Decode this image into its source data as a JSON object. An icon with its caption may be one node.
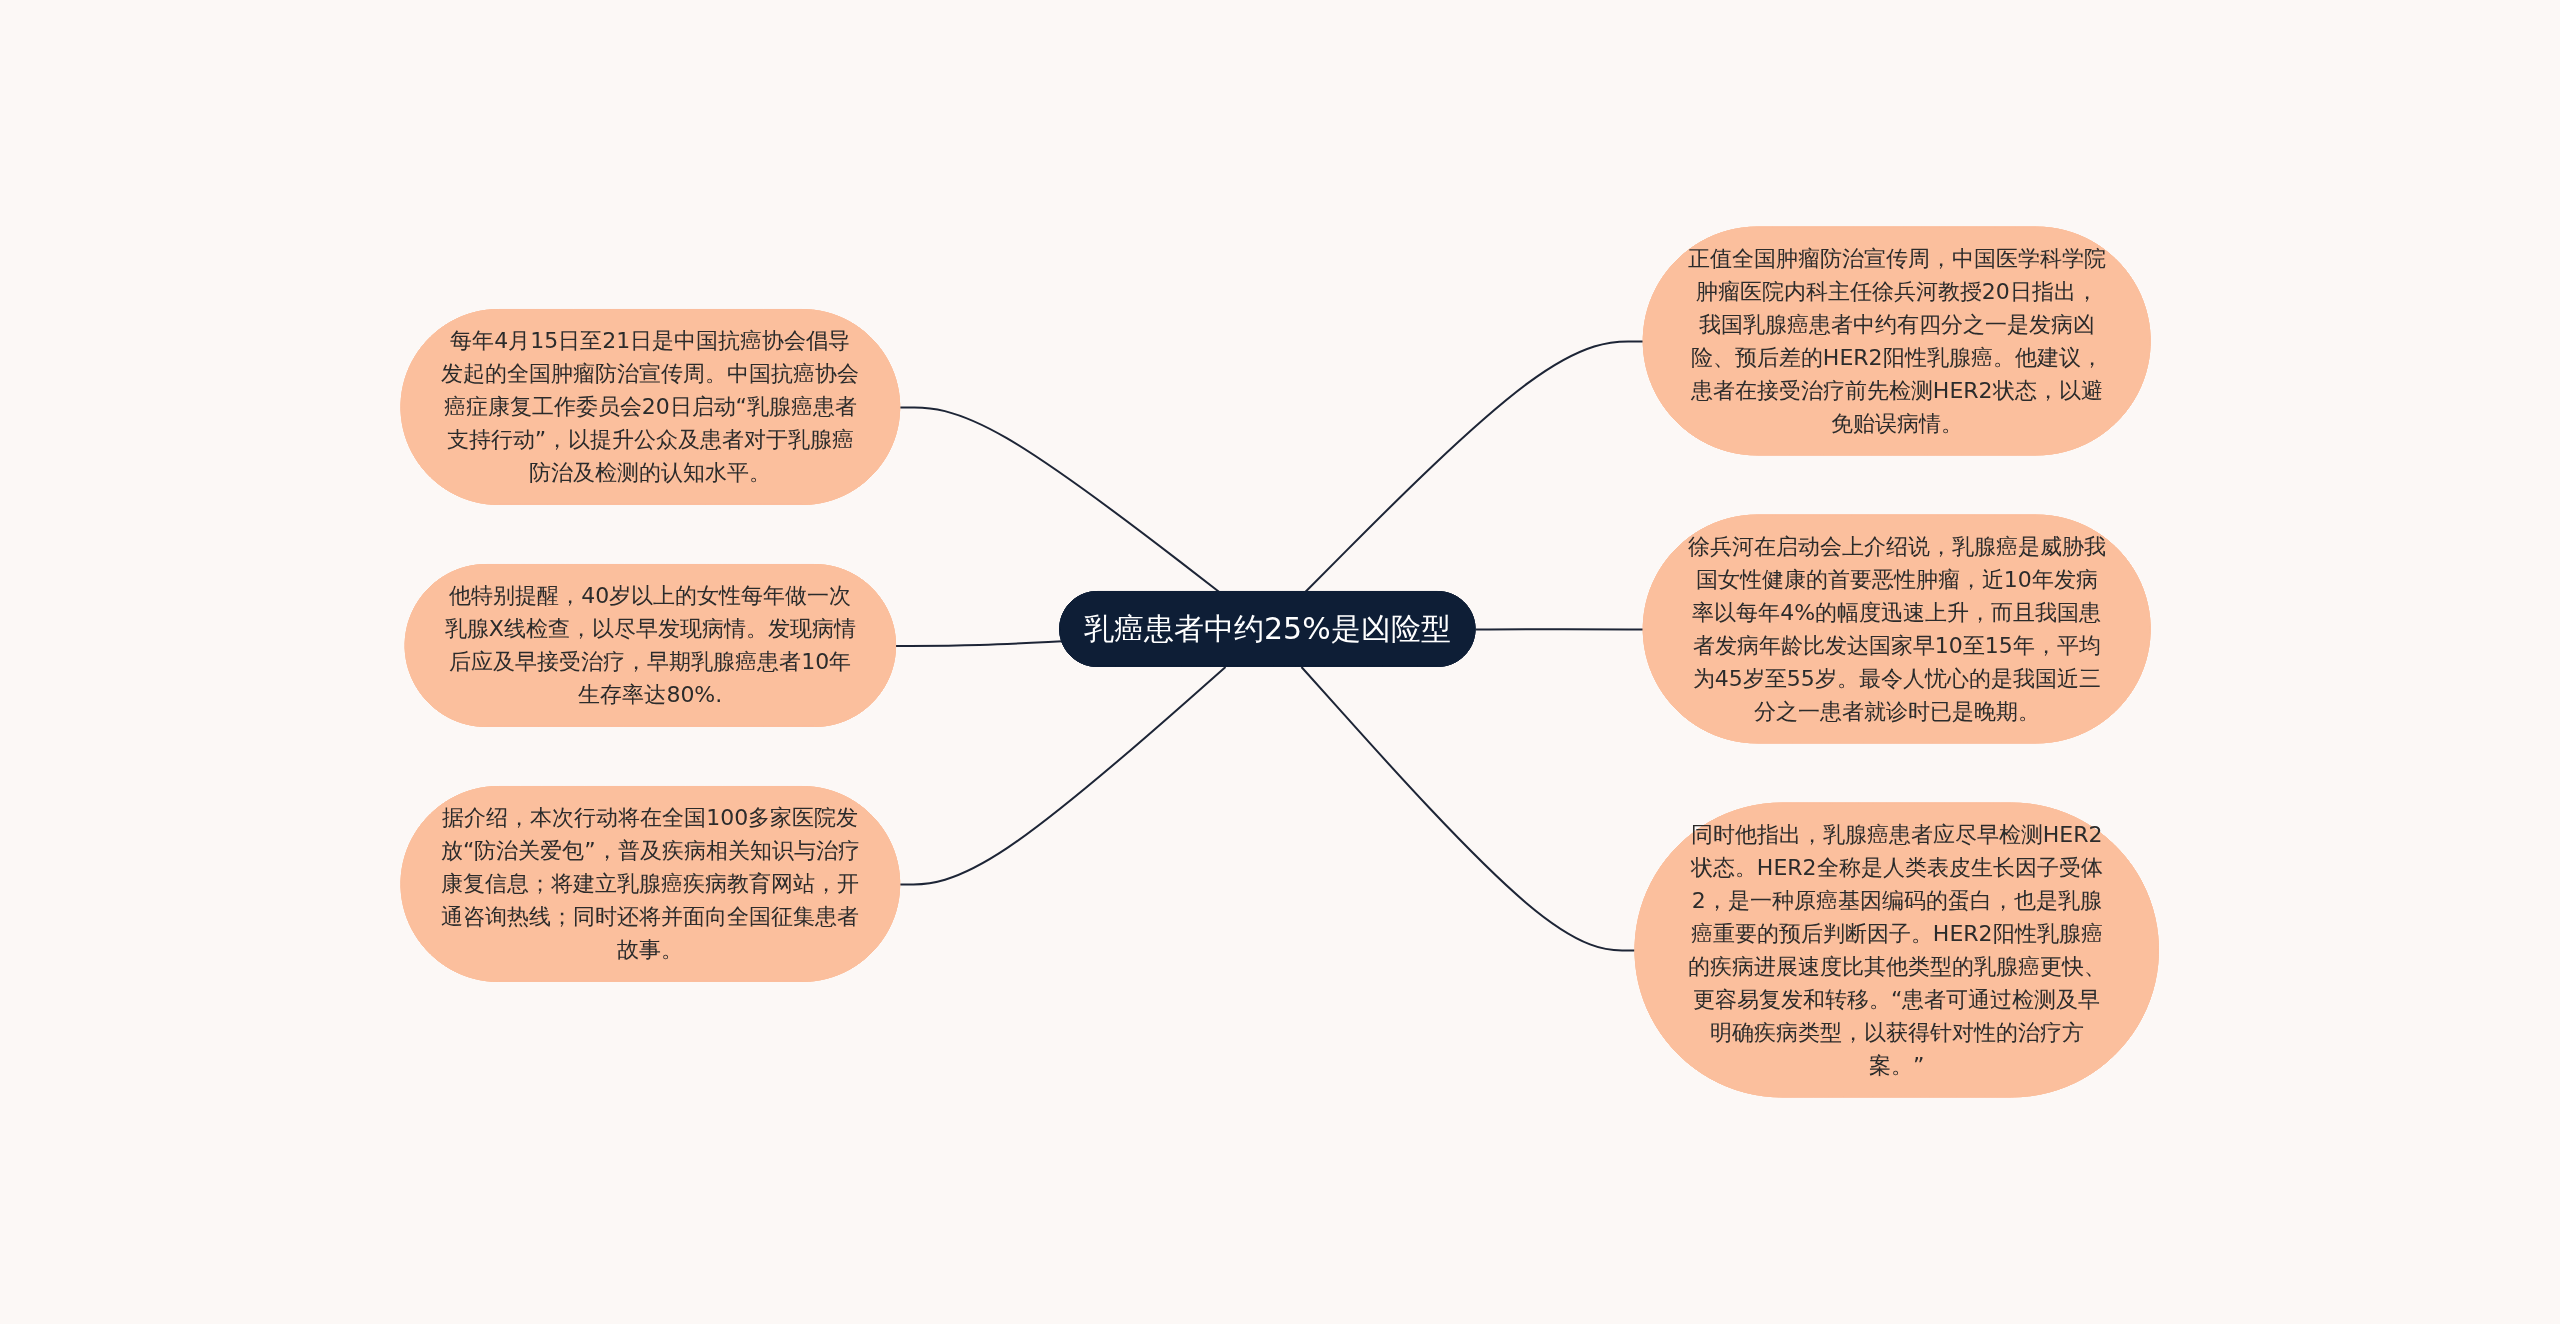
{
  "diagram": {
    "nodes": [
      {
        "text": [
          "乳癌患者中约25%是凶险型"
        ]
      },
      {
        "text": [
          "每年4月15日至21日是中国抗癌协会倡导发起的全国肿瘤防治宣传周。中国抗癌协会癌症康复工作委员会20日启动“乳腺癌患者支持行动”，以提升公众及患者对于乳腺癌防治及检测的认知水平。"
        ]
      },
      {
        "text": [
          "他特别提醒，40岁以上的女性每年做一次乳腺X线检查，以尽早发现病情。发现病情后应及早接受治疗，早期乳腺癌患者10年生存率达80%."
        ]
      },
      {
        "text": [
          "据介绍，本次行动将在全国100多家医院发放“防治关爱包”，普及疾病相关知识与治疗康复信息；将建立乳腺癌疾病教育网站，开通咨询热线；同时还将并面向全国征集患者故事。"
        ]
      },
      {
        "text": [
          "正值全国肿瘤防治宣传周，中国医学科学院肿瘤医院内科主任徐兵河教授20日指出，我国乳腺癌患者中约有四分之一是发病凶险、预后差的HER2阳性乳腺癌。他建议，患者在接受治疗前先检测HER2状态，以避免贻误病情。"
        ]
      },
      {
        "text": [
          "徐兵河在启动会上介绍说，乳腺癌是威胁我国女性健康的首要恶性肿瘤，近10年发病率以每年4%的幅度迅速上升，而且我国患者发病年龄比发达国家早10至15年，平均为45岁至55岁。最令人忧心的是我国近三分之一患者就诊时已是晚期。"
        ]
      },
      {
        "text": [
          "同时他指出，乳腺癌患者应尽早检测HER2状态。HER2全称是人类表皮生长因子受体2，是一种原癌基因编码的蛋白，也是乳腺癌重要的预后判断因子。HER2阳性乳腺癌的疾病进展速度比其他类型的乳腺癌更快、更容易复发和转移。“患者可通过检测及早明确疾病类型，以获得针对性的治疗方案。”"
        ]
      }
    ],
    "edges": [
      {
        "from": 1,
        "to": 0,
        "arrow": "none"
      },
      {
        "from": 2,
        "to": 0,
        "arrow": "none"
      },
      {
        "from": 3,
        "to": 0,
        "arrow": "none"
      },
      {
        "from": 0,
        "to": 4,
        "arrow": "none"
      },
      {
        "from": 0,
        "to": 5,
        "arrow": "none"
      },
      {
        "from": 0,
        "to": 6,
        "arrow": "none"
      }
    ]
  }
}
